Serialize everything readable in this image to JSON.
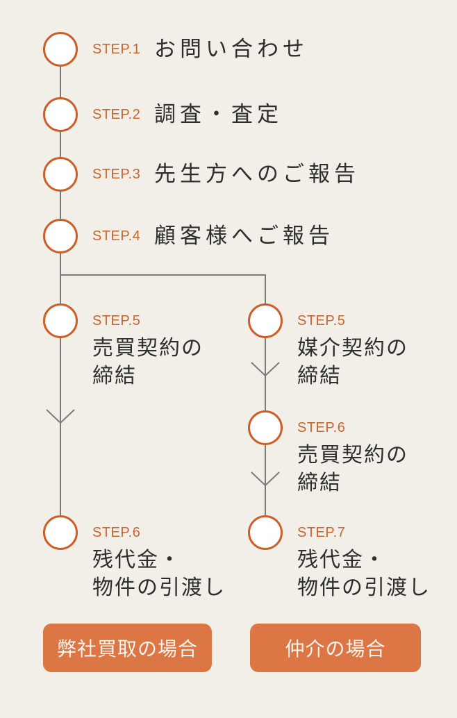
{
  "colors": {
    "background": "#f2efe9",
    "circle_border": "#cc5f27",
    "step_label": "#c9642e",
    "title_text": "#2e2e2e",
    "connector_line": "#7b7b7b",
    "button_background": "#dc7745",
    "button_text": "#faf5ee"
  },
  "flow": {
    "main_steps": [
      {
        "step": "STEP.1",
        "title": "お問い合わせ"
      },
      {
        "step": "STEP.2",
        "title": "調査・査定"
      },
      {
        "step": "STEP.3",
        "title": "先生方へのご報告"
      },
      {
        "step": "STEP.4",
        "title": "顧客様へご報告"
      }
    ],
    "left_branch": {
      "steps": [
        {
          "step": "STEP.5",
          "lines": [
            "売買契約の",
            "締結"
          ]
        },
        {
          "step": "STEP.6",
          "lines": [
            "残代金・",
            "物件の引渡し"
          ]
        }
      ],
      "button": "弊社買取の場合"
    },
    "right_branch": {
      "steps": [
        {
          "step": "STEP.5",
          "lines": [
            "媒介契約の",
            "締結"
          ]
        },
        {
          "step": "STEP.6",
          "lines": [
            "売買契約の",
            "締結"
          ]
        },
        {
          "step": "STEP.7",
          "lines": [
            "残代金・",
            "物件の引渡し"
          ]
        }
      ],
      "button": "仲介の場合"
    }
  }
}
